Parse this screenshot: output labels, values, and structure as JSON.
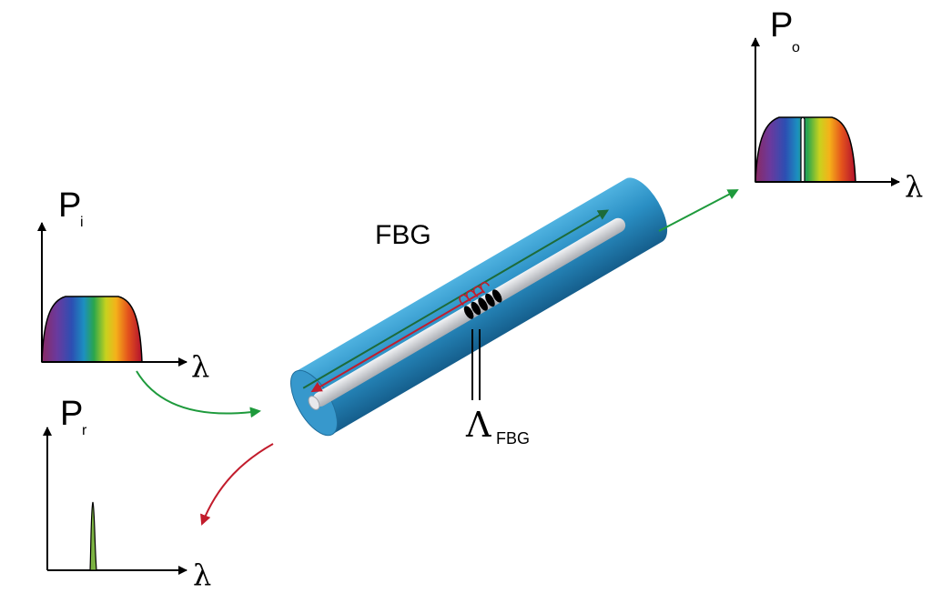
{
  "labels": {
    "component": "FBG",
    "input_power": "P",
    "input_power_sub": "i",
    "reflected_power": "P",
    "reflected_power_sub": "r",
    "output_power": "P",
    "output_power_sub": "o",
    "wavelength_symbol": "λ",
    "grating_period": "Λ",
    "grating_period_sub": "FBG"
  },
  "colors": {
    "fiber_cladding": "#2a8fc4",
    "fiber_core": "#d4d6da",
    "forward_arrow": "#1e9a3c",
    "transmitted_arrow": "#1d6b3a",
    "reflected_arrow": "#c21c2c",
    "reflected_peak": "#7cb342"
  },
  "spectra": {
    "input": "broadband",
    "output": "broadband-with-notch",
    "reflected": "narrow-peak"
  }
}
